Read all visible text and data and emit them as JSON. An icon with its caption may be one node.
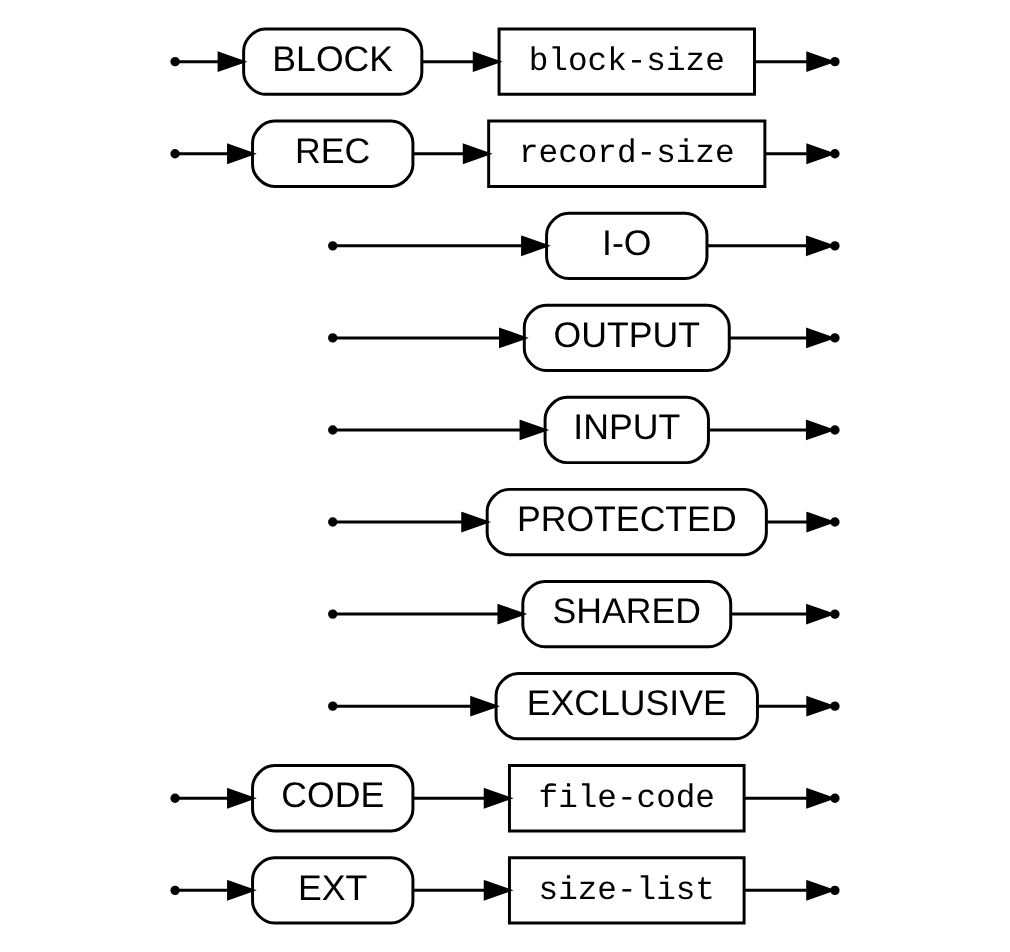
{
  "diagram": {
    "nodes": [
      {
        "text": [
          "EXT"
        ]
      },
      {
        "text": [
          "size-list"
        ]
      },
      {
        "text": [
          "CODE"
        ]
      },
      {
        "text": [
          "file-code"
        ]
      },
      {
        "text": [
          "EXCLUSIVE"
        ]
      },
      {
        "text": [
          "SHARED"
        ]
      },
      {
        "text": [
          "PROTECTED"
        ]
      },
      {
        "text": [
          "INPUT"
        ]
      },
      {
        "text": [
          "OUTPUT"
        ]
      },
      {
        "text": [
          "I-O"
        ]
      },
      {
        "text": [
          "REC"
        ]
      },
      {
        "text": [
          "record-size"
        ]
      },
      {
        "text": [
          "BLOCK"
        ]
      },
      {
        "text": [
          "block-size"
        ]
      }
    ],
    "edges": [
      {
        "from": null,
        "to": 0,
        "arrow": "to"
      },
      {
        "from": null,
        "to": 2,
        "arrow": "to"
      },
      {
        "from": null,
        "to": 4,
        "arrow": "to"
      },
      {
        "from": null,
        "to": 5,
        "arrow": "to"
      },
      {
        "from": null,
        "to": 6,
        "arrow": "to"
      },
      {
        "from": null,
        "to": 7,
        "arrow": "to"
      },
      {
        "from": null,
        "to": 8,
        "arrow": "to"
      },
      {
        "from": null,
        "to": 9,
        "arrow": "to"
      },
      {
        "from": null,
        "to": 10,
        "arrow": "to"
      },
      {
        "from": null,
        "to": 12,
        "arrow": "to"
      },
      {
        "from": 0,
        "to": 1,
        "arrow": "to"
      },
      {
        "from": 2,
        "to": 3,
        "arrow": "to"
      },
      {
        "from": 10,
        "to": 11,
        "arrow": "to"
      },
      {
        "from": 12,
        "to": 13,
        "arrow": "to"
      },
      {
        "from": 1,
        "to": null,
        "arrow": "to"
      },
      {
        "from": 3,
        "to": null,
        "arrow": "to"
      },
      {
        "from": 4,
        "to": null,
        "arrow": "to"
      },
      {
        "from": 5,
        "to": null,
        "arrow": "to"
      },
      {
        "from": 6,
        "to": null,
        "arrow": "to"
      },
      {
        "from": 7,
        "to": null,
        "arrow": "to"
      },
      {
        "from": 8,
        "to": null,
        "arrow": "to"
      },
      {
        "from": 9,
        "to": null,
        "arrow": "to"
      },
      {
        "from": 11,
        "to": null,
        "arrow": "to"
      },
      {
        "from": 13,
        "to": null,
        "arrow": "to"
      }
    ]
  }
}
